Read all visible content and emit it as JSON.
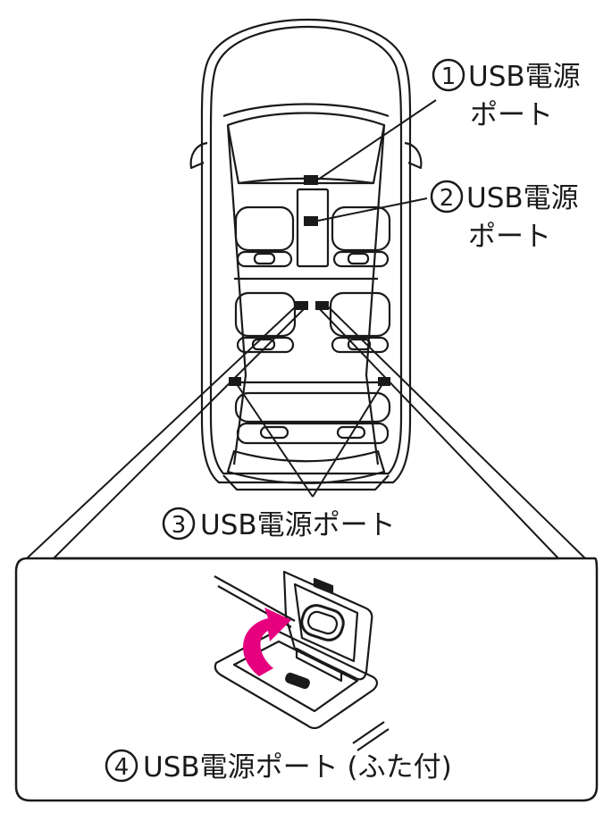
{
  "labels": {
    "port1_line1": "USB電源",
    "port1_line2": "ポート",
    "port2_line1": "USB電源",
    "port2_line2": "ポート",
    "port3": "USB電源ポート",
    "port4": "USB電源ポート (ふた付)"
  },
  "markers": {
    "m1": "1",
    "m2": "2",
    "m3": "3",
    "m4": "4"
  },
  "colors": {
    "line": "#1a1a1a",
    "arrow": "#e6007e",
    "background": "#ffffff"
  }
}
